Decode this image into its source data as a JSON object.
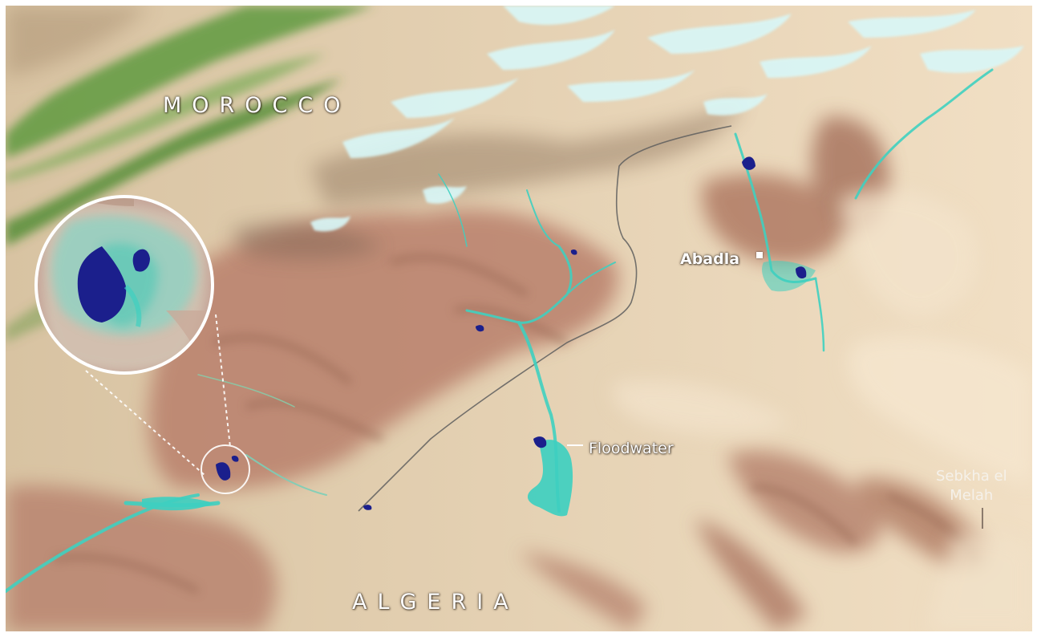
{
  "map": {
    "labels": {
      "country_north": "MOROCCO",
      "country_south": "ALGERIA",
      "town": "Abadla",
      "feature_flood": "Floodwater",
      "feature_sebkha_line1": "Sebkha el",
      "feature_sebkha_line2": "Melah"
    },
    "colors": {
      "desert": "#e3cfb0",
      "red_rock": "#b5806b",
      "vegetation": "#5a8f3a",
      "floodwater_turquoise": "#3fd0c0",
      "deep_water": "#1a1f8f",
      "snow": "#d6f6f8",
      "border_line": "#5e5e5e"
    }
  }
}
